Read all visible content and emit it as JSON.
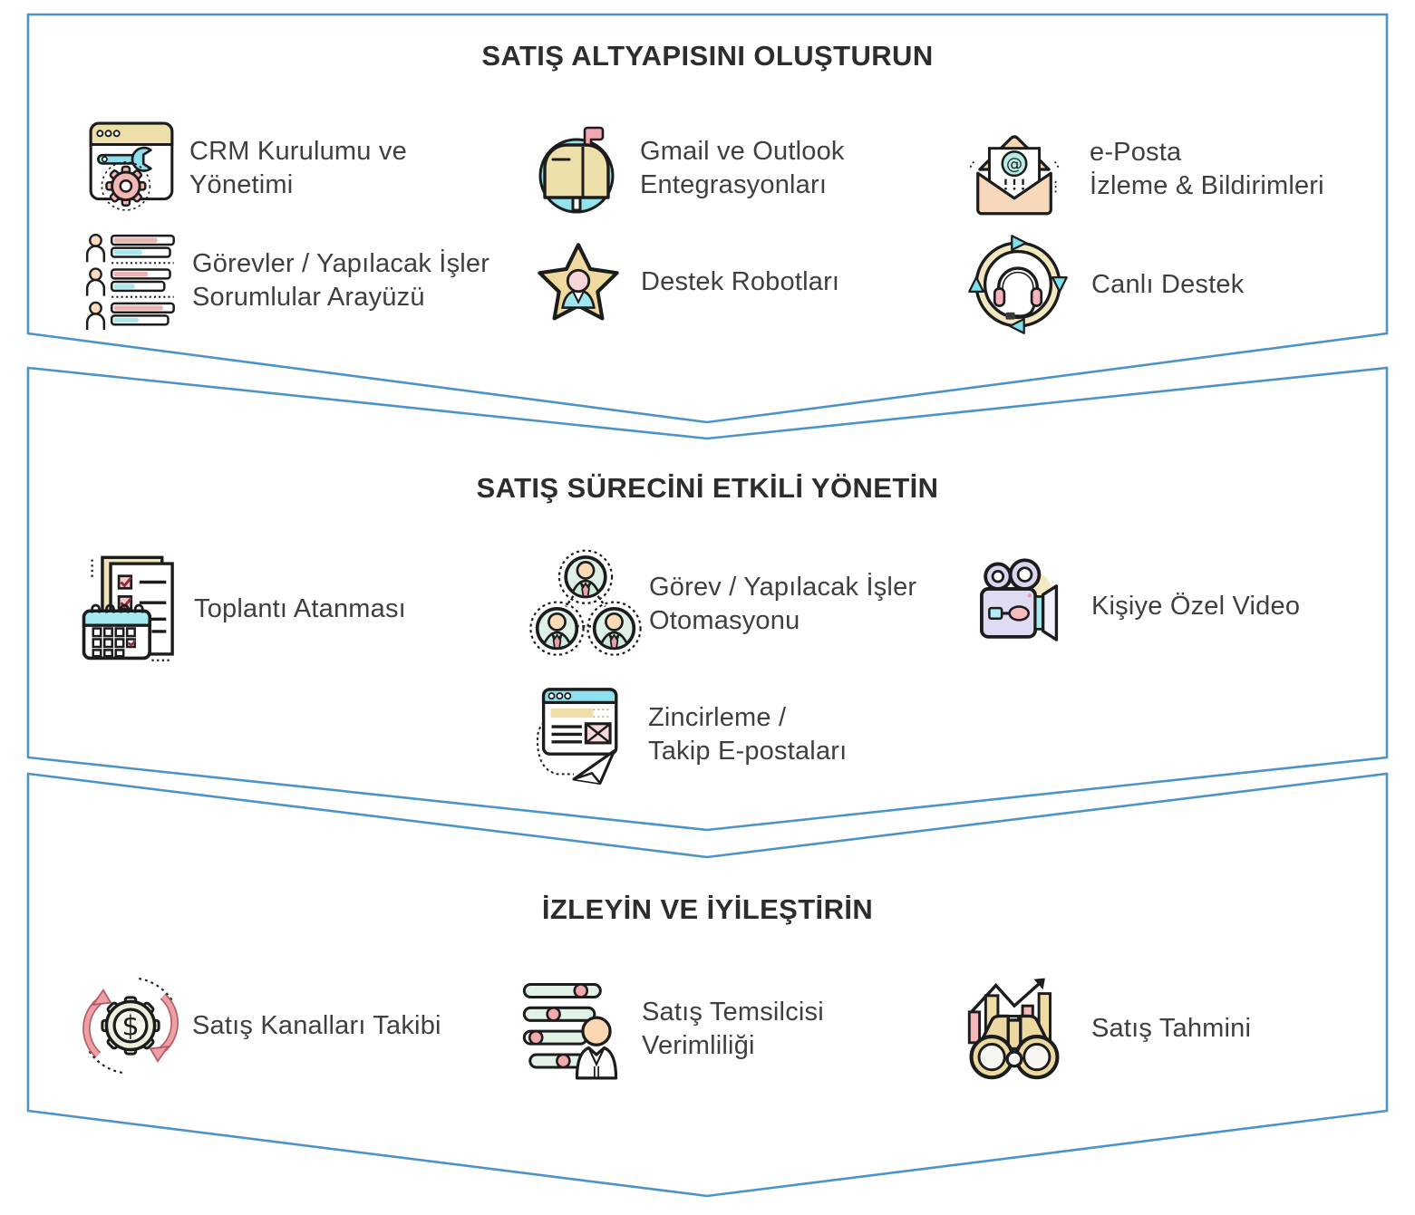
{
  "colors": {
    "banner_outline": "#4b94ca",
    "title_text": "#2d2d2d",
    "label_text": "#3f3f3f",
    "icon_tan": "#eedfa9",
    "icon_teal": "#8fe0ea",
    "icon_pink": "#f3b3b4",
    "icon_peach_envelope": "#f8d8bb",
    "icon_light_green": "#e3f2e6",
    "icon_lavender": "#dedbf2"
  },
  "sections": [
    {
      "title": "SATIŞ ALTYAPISINI OLUŞTURUN",
      "items": [
        {
          "icon": "crm-setup-icon",
          "label": "CRM Kurulumu ve\nYönetimi"
        },
        {
          "icon": "mailbox-icon",
          "label": "Gmail ve Outlook\nEntegrasyonları"
        },
        {
          "icon": "email-tracking-icon",
          "label": "e-Posta\nİzleme & Bildirimleri"
        },
        {
          "icon": "tasks-assignees-icon",
          "label": "Görevler / Yapılacak İşler\nSorumlular Arayüzü"
        },
        {
          "icon": "support-bots-icon",
          "label": "Destek Robotları"
        },
        {
          "icon": "live-support-icon",
          "label": "Canlı Destek"
        }
      ]
    },
    {
      "title": "SATIŞ SÜRECİNİ ETKİLİ YÖNETİN",
      "items": [
        {
          "icon": "meeting-calendar-icon",
          "label": "Toplantı Atanması"
        },
        {
          "icon": "task-automation-icon",
          "label": "Görev / Yapılacak İşler\nOtomasyonu"
        },
        {
          "icon": "personal-video-icon",
          "label": "Kişiye Özel Video"
        },
        {
          "icon": "followup-emails-icon",
          "label": "Zincirleme /\nTakip E-postaları"
        }
      ]
    },
    {
      "title": "İZLEYİN VE İYİLEŞTİRİN",
      "items": [
        {
          "icon": "sales-pipeline-icon",
          "label": "Satış Kanalları Takibi"
        },
        {
          "icon": "sales-rep-icon",
          "label": "Satış Temsilcisi\nVerimliliği"
        },
        {
          "icon": "sales-forecast-icon",
          "label": "Satış Tahmini"
        }
      ]
    }
  ]
}
